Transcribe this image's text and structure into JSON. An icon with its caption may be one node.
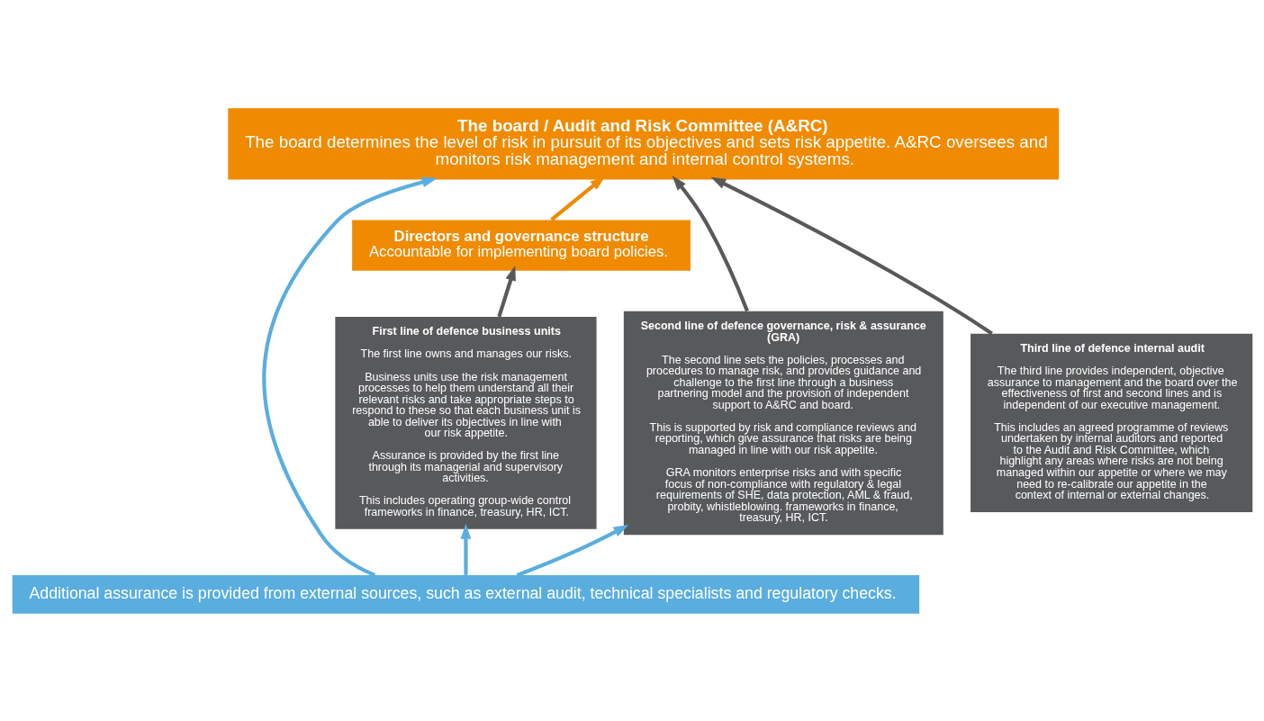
{
  "diagram": {
    "nodes": [
      {
        "text": [
          "The board / Audit and Risk Committee (A&RC)",
          "The board determines the level of risk in pursuit of its objectives and sets risk appetite. A&RC oversees and monitors risk management and internal control systems."
        ]
      },
      {
        "text": [
          "Directors and governance structure",
          "Accountable for implementing board policies."
        ]
      },
      {
        "text": [
          "First line of defence business units",
          "The first line owns and manages our risks.",
          "Business units use the risk management processes to help them understand all their relevant risks and take appropriate steps to respond to these so that each business unit is able to deliver its objectives in line with our risk appetite.",
          "Assurance is provided by the first line through its managerial and supervisory activities.",
          "This includes operating group-wide control frameworks in finance, treasury, HR, ICT."
        ]
      },
      {
        "text": [
          "Second line of defence governance, risk & assurance (GRA)",
          "The second line sets the policies, processes and procedures to manage risk, and provides guidance and challenge to the first line through a business partnering model and the provision of independent support to A&RC and board.",
          "This is supported by risk and compliance reviews and reporting, which give assurance that risks are being managed in line with our risk appetite.",
          "GRA monitors enterprise risks and with specific focus of non-compliance with regulatory & legal requirements of SHE, data protection, AML & fraud, probity, whistleblowing. frameworks in finance, treasury, HR, ICT."
        ]
      },
      {
        "text": [
          "Third line of defence internal audit",
          "The third line provides independent, objective assurance to management and the board over the effectiveness of first and second lines and is independent of our executive management.",
          "This includes an agreed programme of reviews undertaken by internal auditors and reported to the Audit and Risk Committee, which highlight any areas where risks are not being managed within our appetite or where we may need to re-calibrate our appetite in the context of internal or external changes."
        ]
      },
      {
        "text": [
          "Additional assurance is provided from external sources, such as external audit, technical specialists and regulatory checks."
        ]
      }
    ],
    "edges": [
      {
        "from": 1,
        "to": 0,
        "arrow": "to",
        "color": "#f08a00"
      },
      {
        "from": 3,
        "to": 0,
        "arrow": "to",
        "color": "#58595b"
      },
      {
        "from": 4,
        "to": 0,
        "arrow": "to",
        "color": "#58595b"
      },
      {
        "from": 2,
        "to": 1,
        "arrow": "to",
        "color": "#58595b"
      },
      {
        "from": 5,
        "to": 2,
        "arrow": "to",
        "color": "#5aaddf"
      },
      {
        "from": 5,
        "to": 3,
        "arrow": "to",
        "color": "#5aaddf"
      },
      {
        "from": 5,
        "to": 0,
        "arrow": "to",
        "color": "#5aaddf"
      }
    ]
  }
}
